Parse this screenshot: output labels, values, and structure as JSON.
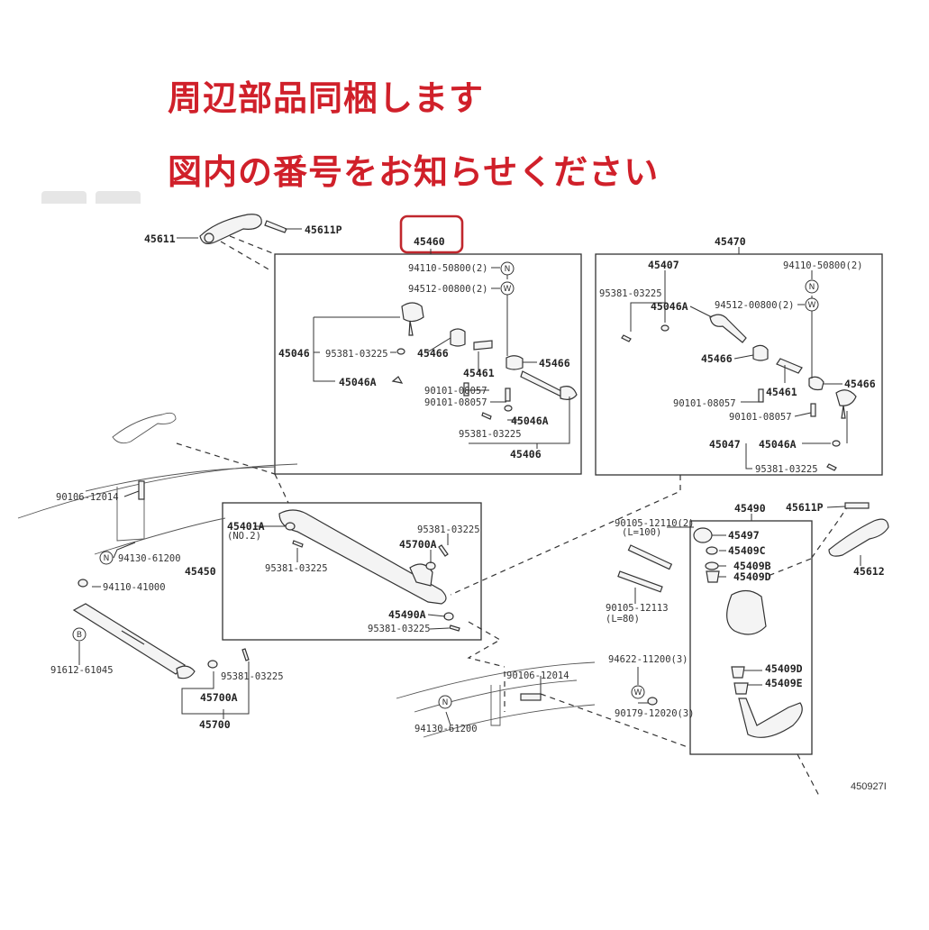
{
  "banner": {
    "line1": "周辺部品同梱します",
    "line2": "図内の番号をお知らせください"
  },
  "highlight_color": "#c0272d",
  "diagram": {
    "figure_id": "450927I",
    "labels": {
      "p45611": "45611",
      "p45611P_top": "45611P",
      "p45460": "45460",
      "p45470": "45470",
      "p45407": "45407",
      "p94110_left": "94110-50800(2)",
      "p94512_left": "94512-00800(2)",
      "p94110_right": "94110-50800(2)",
      "p94512_right": "94512-00800(2)",
      "p95381_r_top": "95381-03225",
      "p45046A_r_top": "45046A",
      "p45046": "45046",
      "p95381_l1": "95381-03225",
      "p45046A_l1": "45046A",
      "p45466_l1": "45466",
      "p45461_l": "45461",
      "p45466_l2": "45466",
      "p90101_l1": "90101-08057",
      "p90101_l2": "90101-08057",
      "p45046A_l2": "45046A",
      "p95381_l2": "95381-03225",
      "p45406": "45406",
      "p45466_r1": "45466",
      "p45461_r": "45461",
      "p45466_r2": "45466",
      "p90101_r1": "90101-08057",
      "p90101_r2": "90101-08057",
      "p45047": "45047",
      "p45046A_r2": "45046A",
      "p95381_r2": "95381-03225",
      "p90106_l": "90106-12014",
      "p94130_l": "94130-61200",
      "p94110_41000": "94110-41000",
      "p91612": "91612-61045",
      "p45700A": "45700A",
      "p45700": "45700",
      "p95381_s": "95381-03225",
      "p45401A": "45401A",
      "p45401A_note": "(NO.2)",
      "p95381_m1": "95381-03225",
      "p45450": "45450",
      "p95381_m2": "95381-03225",
      "p45700A_m": "45700A",
      "p45490A": "45490A",
      "p95381_m3": "95381-03225",
      "p45490": "45490",
      "p45611P_r": "45611P",
      "p45612": "45612",
      "p90105_1": "90105-12110(2)",
      "p90105_1_note": "(L=100)",
      "p45497": "45497",
      "p45409C": "45409C",
      "p45409B": "45409B",
      "p45409D_1": "45409D",
      "p90105_2": "90105-12113",
      "p90105_2_note": "(L=80)",
      "p94622": "94622-11200(3)",
      "p45409D_2": "45409D",
      "p45409E": "45409E",
      "p90179": "90179-12020(3)",
      "p90106_c": "90106-12014",
      "p94130_c": "94130-61200"
    },
    "symbols": {
      "N": "N",
      "W": "W",
      "B": "B"
    }
  }
}
